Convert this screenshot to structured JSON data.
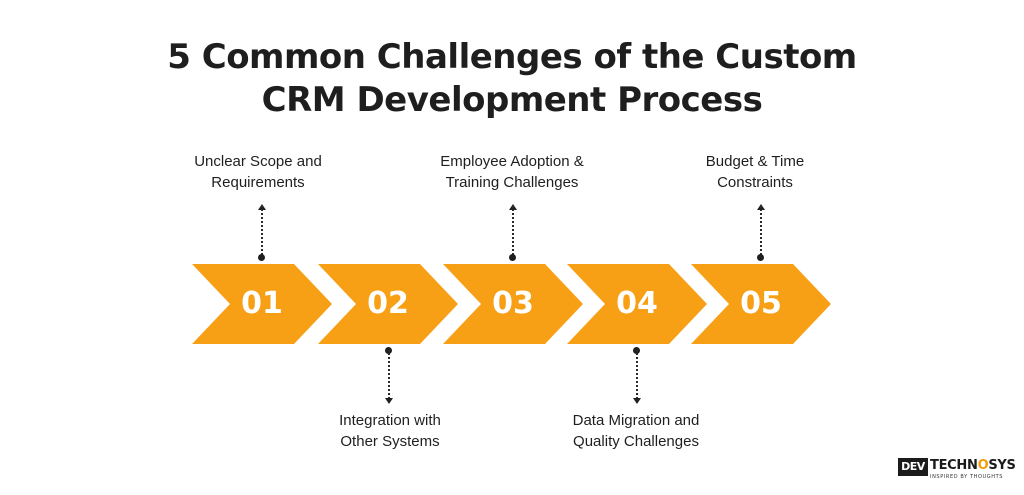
{
  "title": {
    "line1": "5 Common Challenges of the Custom",
    "line2": "CRM Development Process"
  },
  "steps": [
    {
      "number": "01",
      "label_line1": "Unclear Scope and",
      "label_line2": "Requirements",
      "position": "top"
    },
    {
      "number": "02",
      "label_line1": "Integration with",
      "label_line2": "Other Systems",
      "position": "bottom"
    },
    {
      "number": "03",
      "label_line1": "Employee Adoption &",
      "label_line2": "Training Challenges",
      "position": "top"
    },
    {
      "number": "04",
      "label_line1": "Data Migration and",
      "label_line2": "Quality Challenges",
      "position": "bottom"
    },
    {
      "number": "05",
      "label_line1": "Budget & Time",
      "label_line2": "Constraints",
      "position": "top"
    }
  ],
  "logo": {
    "box": "DEV",
    "name_part1": "TECHN",
    "name_o": "O",
    "name_part2": "SYS",
    "tagline": "INSPIRED BY THOUGHTS"
  },
  "colors": {
    "chevron": "#F8A015",
    "text": "#1F1F1F",
    "accent": "#F59E0B"
  }
}
